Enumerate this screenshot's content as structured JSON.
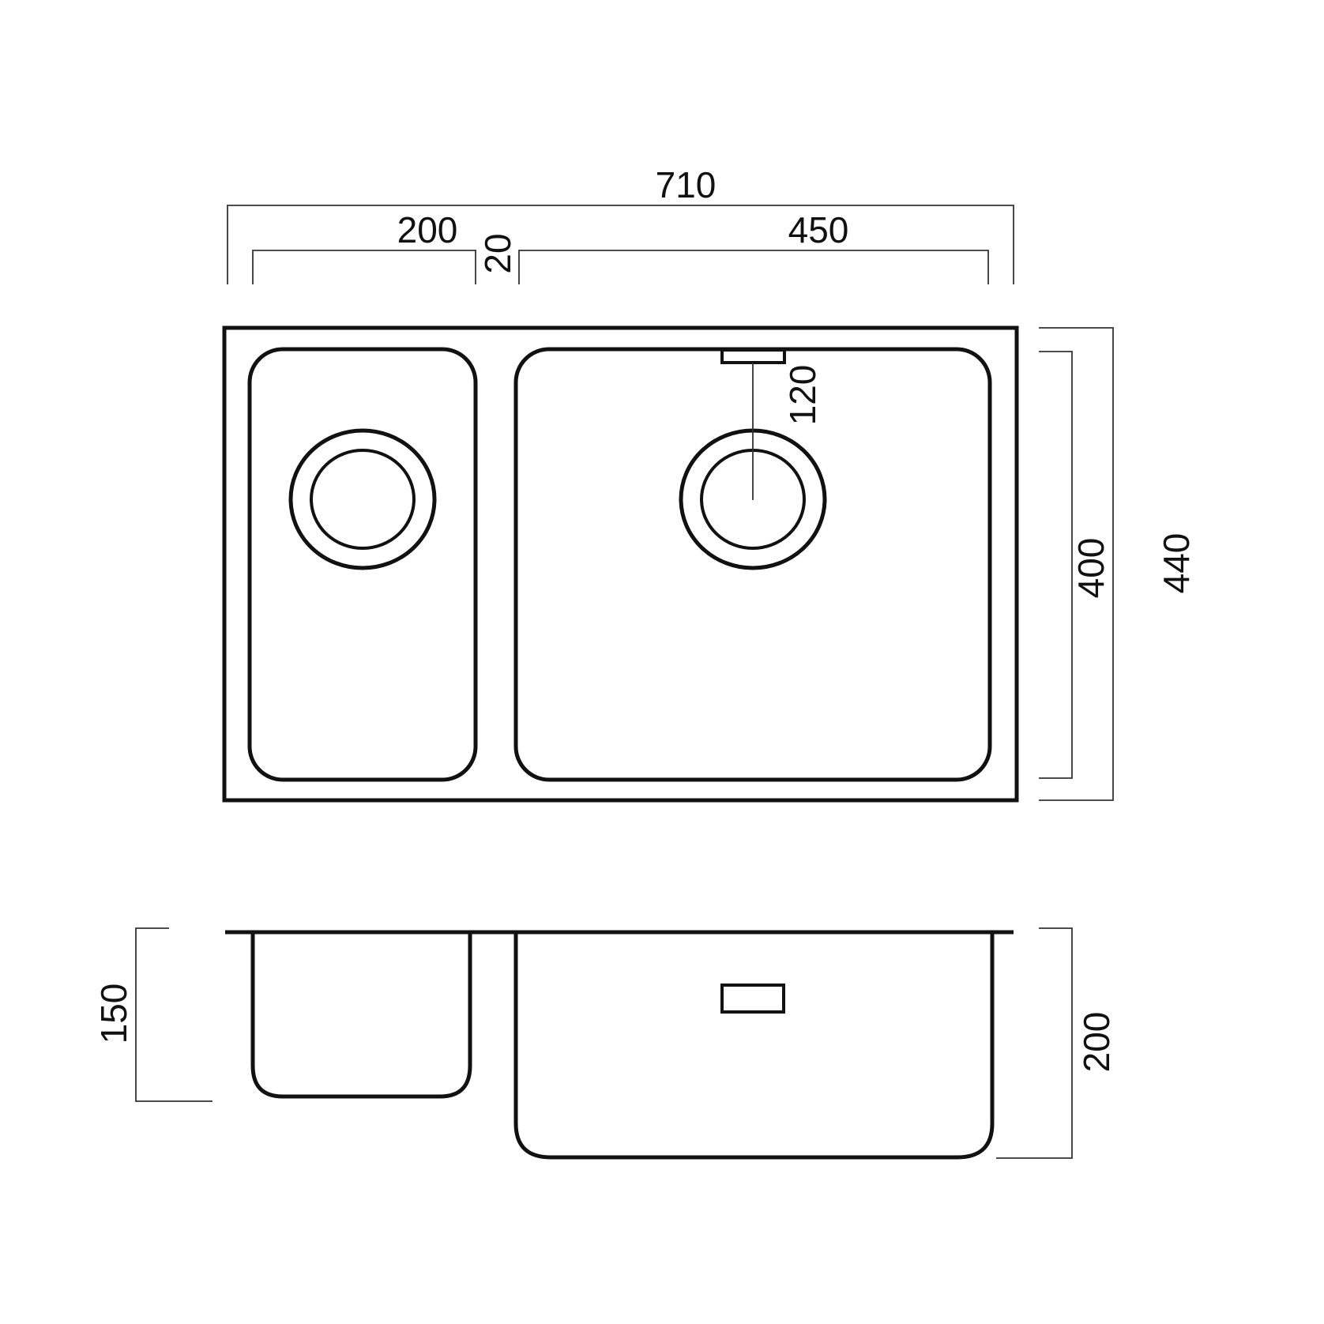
{
  "dimensions": {
    "overall_width": "710",
    "small_bowl_width": "200",
    "divider_width": "20",
    "large_bowl_width": "450",
    "overflow_to_waste": "120",
    "bowl_length": "400",
    "overall_length": "440",
    "small_bowl_depth": "150",
    "large_bowl_depth": "200"
  },
  "colors": {
    "line": "#111111",
    "dim_line": "#333333",
    "background": "#ffffff"
  }
}
